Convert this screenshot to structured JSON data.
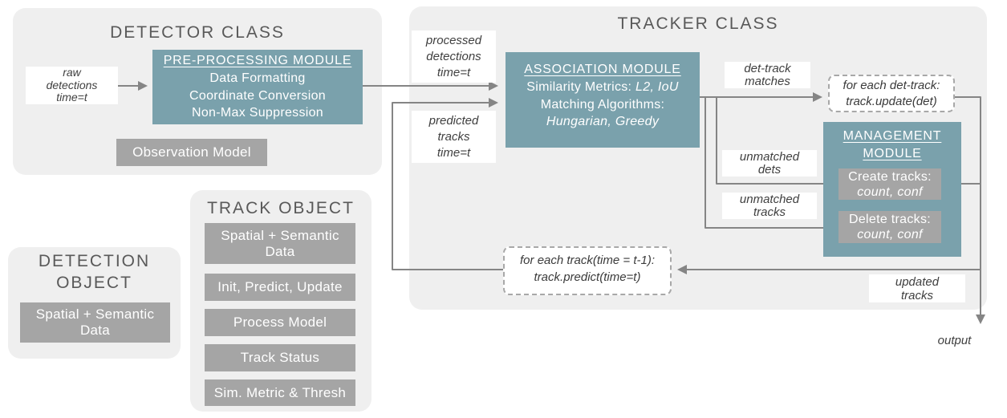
{
  "colors": {
    "module_teal": "#7aa1ac",
    "box_gray": "#a5a5a5",
    "panel_gray": "#efefef",
    "line_gray": "#858585",
    "heading_gray": "#595959",
    "label_text": "#3f3f3f"
  },
  "detector_class": {
    "title": "DETECTOR CLASS",
    "preprocessing_module": {
      "title": "PRE-PROCESSING MODULE",
      "items": [
        "Data Formatting",
        "Coordinate Conversion",
        "Non-Max Suppression"
      ]
    },
    "observation_model": "Observation Model"
  },
  "tracker_class": {
    "title": "TRACKER CLASS",
    "association_module": {
      "title": "ASSOCIATION MODULE",
      "metrics_label": "Similarity Metrics: ",
      "metrics_value": "L2, IoU",
      "algorithms_label": "Matching Algorithms:",
      "algorithms_value": "Hungarian, Greedy"
    },
    "management_module": {
      "title": "MANAGEMENT\nMODULE",
      "create_tracks_label": "Create tracks:",
      "create_tracks_value": "count, conf",
      "delete_tracks_label": "Delete tracks:",
      "delete_tracks_value": "count, conf"
    },
    "foreach_dettrack": "for each det-track:\ntrack.update(det)",
    "foreach_track": "for each track(time = t-1):\ntrack.predict(time=t)"
  },
  "track_object": {
    "title": "TRACK OBJECT",
    "items": [
      "Spatial + Semantic Data",
      "Init, Predict, Update",
      "Process Model",
      "Track Status",
      "Sim. Metric & Thresh"
    ]
  },
  "detection_object": {
    "title": "DETECTION\nOBJECT",
    "item": "Spatial + Semantic Data"
  },
  "flow_labels": {
    "raw_detections": "raw\ndetections\ntime=t",
    "processed_detections": "processed\ndetections\ntime=t",
    "predicted_tracks": "predicted\ntracks\ntime=t",
    "det_track_matches": "det-track\nmatches",
    "unmatched_dets": "unmatched\ndets",
    "unmatched_tracks": "unmatched\ntracks",
    "updated_tracks": "updated\ntracks",
    "output": "output"
  }
}
